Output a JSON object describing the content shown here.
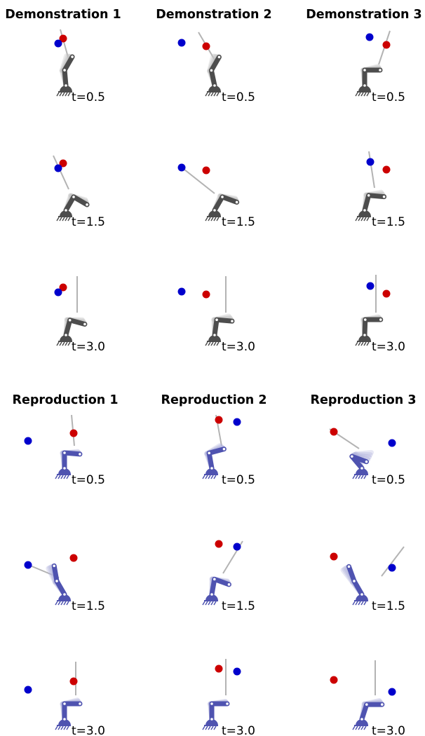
{
  "figure": {
    "sections": [
      {
        "key": "demonstration",
        "arm_color": "#4d4d4d",
        "ghost_color": "#c4c4c4",
        "titles": [
          "Demonstration 1",
          "Demonstration 2",
          "Demonstration 3"
        ]
      },
      {
        "key": "reproduction",
        "arm_color": "#4f53b0",
        "ghost_color": "#b3b5de",
        "titles": [
          "Reproduction 1",
          "Reproduction 2",
          "Reproduction 3"
        ]
      }
    ],
    "time_labels": [
      "t=0.5",
      "t=1.5",
      "t=3.0"
    ],
    "colors": {
      "target_red": "#cc0000",
      "target_blue": "#0000cc",
      "reach_line": "#b3b3b3",
      "joint": "#ffffff"
    },
    "panels": [
      [
        [
          {
            "a1": 95,
            "a2": 60,
            "g1": 108,
            "g2": 76
          },
          {
            "a1": 102,
            "a2": 60,
            "g1": 112,
            "g2": 80
          },
          {
            "a1": 90,
            "a2": 0,
            "g1": 98,
            "g2": 18
          }
        ],
        [
          {
            "a1": 60,
            "a2": -30,
            "g1": 76,
            "g2": -12
          },
          {
            "a1": 60,
            "a2": -20,
            "g1": 72,
            "g2": -6
          },
          {
            "a1": 75,
            "a2": -5,
            "g1": 88,
            "g2": 14
          }
        ],
        [
          {
            "a1": 75,
            "a2": -15,
            "g1": 90,
            "g2": 4
          },
          {
            "a1": 82,
            "a2": -5,
            "g1": 96,
            "g2": 18
          },
          {
            "a1": 88,
            "a2": 0,
            "g1": 98,
            "g2": 14
          }
        ]
      ],
      [
        [
          {
            "a1": 90,
            "a2": -5,
            "g1": 100,
            "g2": 8
          },
          {
            "a1": 100,
            "a2": 15,
            "g1": 112,
            "g2": 36
          },
          {
            "a1": 130,
            "a2": -20,
            "g1": 108,
            "g2": 12
          }
        ],
        [
          {
            "a1": 120,
            "a2": 100,
            "g1": 130,
            "g2": 120
          },
          {
            "a1": 80,
            "a2": -20,
            "g1": 92,
            "g2": -4
          },
          {
            "a1": 120,
            "a2": 110,
            "g1": 130,
            "g2": 132
          }
        ],
        [
          {
            "a1": 90,
            "a2": 0,
            "g1": 100,
            "g2": 18
          },
          {
            "a1": 90,
            "a2": 0,
            "g1": 98,
            "g2": 12
          },
          {
            "a1": 72,
            "a2": 0,
            "g1": 84,
            "g2": 16
          }
        ]
      ]
    ]
  }
}
